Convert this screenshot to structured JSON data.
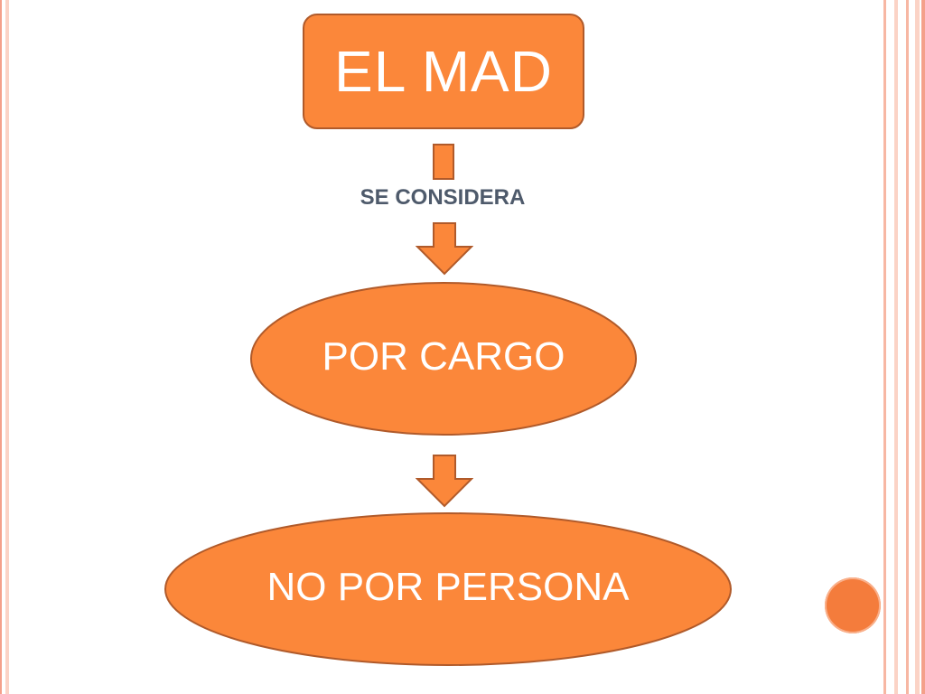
{
  "slide": {
    "top_box_text": "EL MAD",
    "connector_label": "SE CONSIDERA",
    "middle_ellipse_text": "POR CARGO",
    "bottom_ellipse_text": "NO POR PERSONA"
  },
  "colors": {
    "shape_fill": "#fb873a",
    "shape_border": "#b05a2a",
    "label_text": "#4e5a6b",
    "frame_light": "#fbd3c6",
    "frame_dark": "#f4a08a",
    "accent_dot": "#f47c3c"
  }
}
